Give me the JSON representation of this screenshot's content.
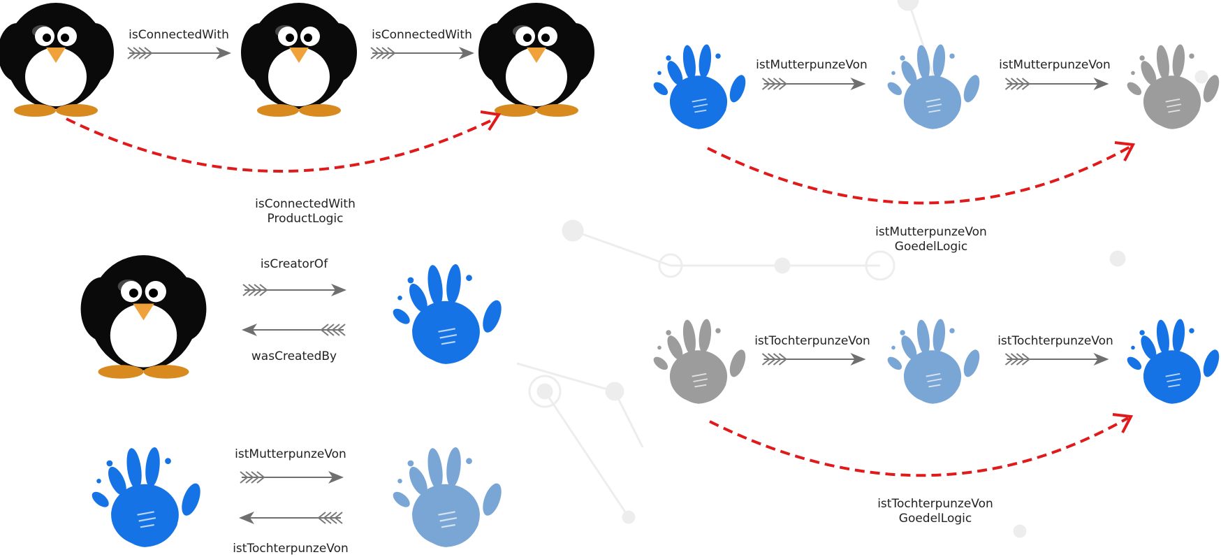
{
  "colors": {
    "curve": "#e0191b",
    "arrow_shaft": "#6f6f6f",
    "penguin_body": "#0a0a0a",
    "penguin_belly": "#ffffff",
    "penguin_beak": "#f0a23a",
    "penguin_feet": "#d98a1e",
    "hand_strong": "#1673e6",
    "hand_light": "#7aa6d6",
    "hand_gray": "#9c9c9c",
    "network_bg": "#e6e6e6"
  },
  "panel_a": {
    "label_left": "isConnectedWith",
    "label_right": "isConnectedWith",
    "curve_line1": "isConnectedWith",
    "curve_line2": "ProductLogic"
  },
  "panel_b": {
    "label_forward": "isCreatorOf",
    "label_backward": "wasCreatedBy"
  },
  "panel_c": {
    "label_forward": "istMutterpunzeVon",
    "label_backward": "istTochterpunzeVon"
  },
  "panel_d": {
    "label_left": "istMutterpunzeVon",
    "label_right": "istMutterpunzeVon",
    "curve_line1": "istMutterpunzeVon",
    "curve_line2": "GoedelLogic"
  },
  "panel_e": {
    "label_left": "istTochterpunzeVon",
    "label_right": "istTochterpunzeVon",
    "curve_line1": "istTochterpunzeVon",
    "curve_line2": "GoedelLogic"
  }
}
